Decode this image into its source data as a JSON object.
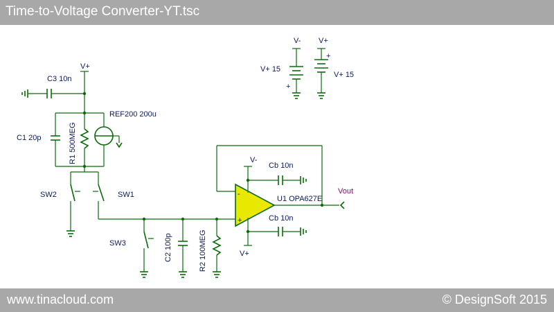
{
  "window": {
    "title": "Time-to-Voltage Converter-YT.tsc"
  },
  "footer": {
    "left": "www.tinacloud.com",
    "right": "© DesignSoft 2015"
  },
  "colors": {
    "wire": "#0a6a0a",
    "label": "#0b1a5a",
    "output_label": "#7a0f6a",
    "opamp_fill": "#e8e800",
    "bar": "#a8a8a8"
  },
  "labels": {
    "vplus_top": "V+",
    "c3": "C3 10n",
    "c1": "C1 20p",
    "r1": "R1 500MEG",
    "ref200": "REF200 200u",
    "sw1": "SW1",
    "sw2": "SW2",
    "sw3": "SW3",
    "c2": "C2 100p",
    "r2": "R2 100MEG",
    "vminus_src": "V-",
    "vplus_src": "V+",
    "vsrc1": "V+ 15",
    "vsrc2": "V+ 15",
    "plus1": "+",
    "plus2": "+",
    "vminus_op": "V-",
    "vplus_op": "V+",
    "cb_top": "Cb 10n",
    "cb_bot": "Cb 10n",
    "u1": "U1 OPA627E",
    "vout": "Vout",
    "op_minus": "-",
    "op_plus": "+",
    "op_pin_minus": "-",
    "op_pin_plus": "+"
  }
}
